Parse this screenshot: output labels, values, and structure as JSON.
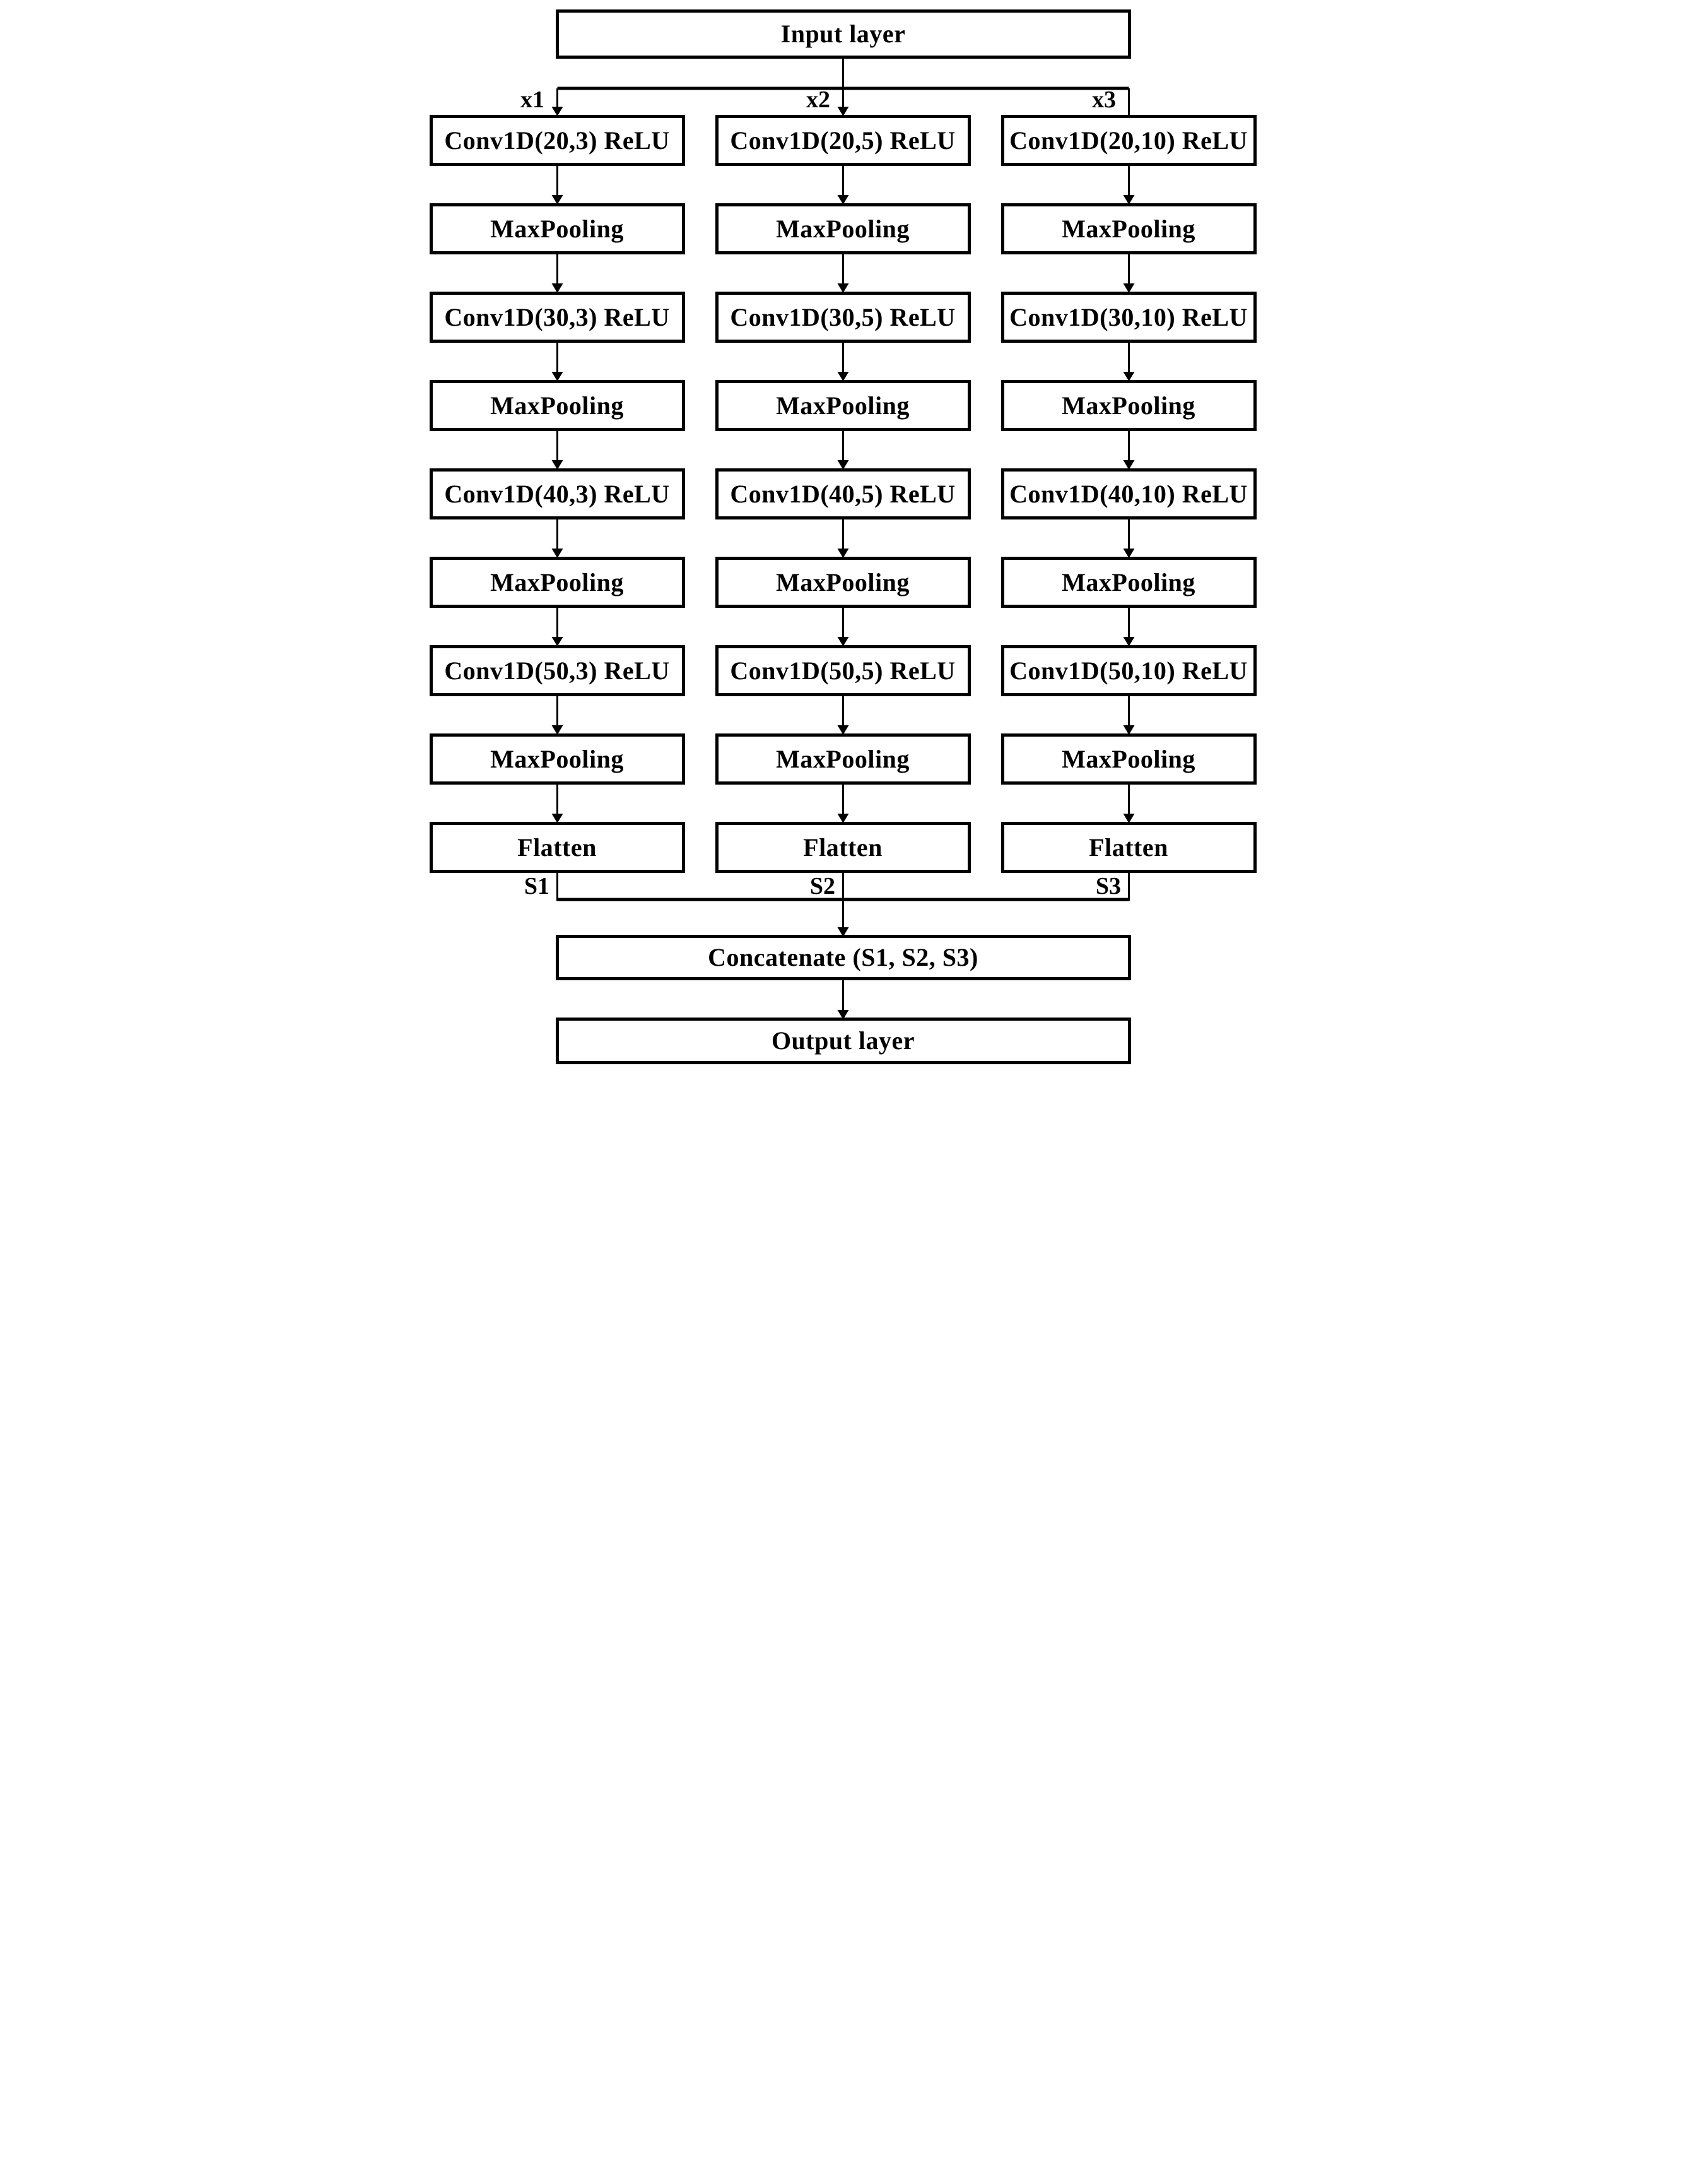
{
  "diagram": {
    "input_label": "Input layer",
    "concat_label": "Concatenate (S1, S2, S3)",
    "output_label": "Output layer",
    "columns": [
      {
        "branch_label": "x1",
        "sum_label": "S1",
        "boxes": [
          "Conv1D(20,3) ReLU",
          "MaxPooling",
          "Conv1D(30,3) ReLU",
          "MaxPooling",
          "Conv1D(40,3) ReLU",
          "MaxPooling",
          "Conv1D(50,3) ReLU",
          "MaxPooling",
          "Flatten"
        ]
      },
      {
        "branch_label": "x2",
        "sum_label": "S2",
        "boxes": [
          "Conv1D(20,5) ReLU",
          "MaxPooling",
          "Conv1D(30,5) ReLU",
          "MaxPooling",
          "Conv1D(40,5) ReLU",
          "MaxPooling",
          "Conv1D(50,5) ReLU",
          "MaxPooling",
          "Flatten"
        ]
      },
      {
        "branch_label": "x3",
        "sum_label": "S3",
        "boxes": [
          "Conv1D(20,10) ReLU",
          "MaxPooling",
          "Conv1D(30,10) ReLU",
          "MaxPooling",
          "Conv1D(40,10) ReLU",
          "MaxPooling",
          "Conv1D(50,10) ReLU",
          "MaxPooling",
          "Flatten"
        ]
      }
    ],
    "colors": {
      "line": "#000000",
      "text": "#000000",
      "box_fill": "#ffffff",
      "background": "#ffffff"
    }
  }
}
